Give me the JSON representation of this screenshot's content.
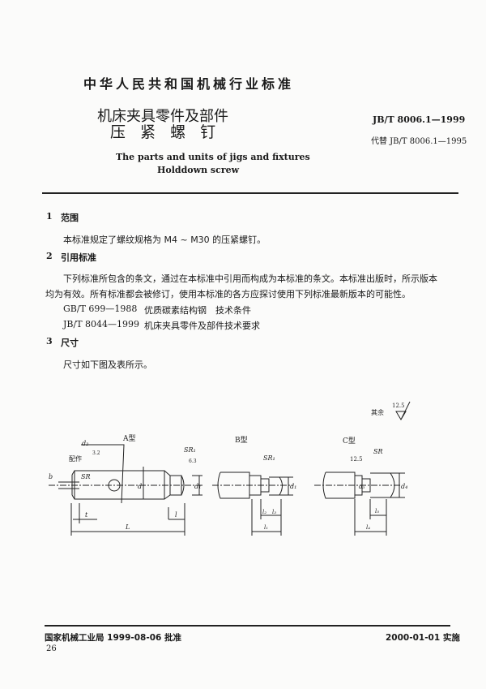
{
  "header": {
    "org": "中华人民共和国机械行业标准",
    "title_cn_1": "机床夹具零件及部件",
    "title_cn_2": "压 紧 螺 钉",
    "title_en_1": "The parts and units of jigs and fixtures",
    "title_en_2": "Holddown screw",
    "std_no": "JB/T 8006.1—1999",
    "replaces": "代替 JB/T 8006.1—1995"
  },
  "sections": [
    {
      "num": "1",
      "title": "范围",
      "paras": [
        "本标准规定了螺纹规格为 M4 ~ M30 的压紧螺钉。"
      ]
    },
    {
      "num": "2",
      "title": "引用标准",
      "paras": [
        "下列标准所包含的条文，通过在本标准中引用而构成为本标准的条文。本标准出版时，所示版本",
        "均为有效。所有标准都会被修订，使用本标准的各方应探讨使用下列标准最新版本的可能性。"
      ],
      "refs": [
        {
          "code": "GB/T 699—1988",
          "title": "优质碳素结构钢　技术条件"
        },
        {
          "code": "JB/T 8044—1999",
          "title": "机床夹具零件及部件技术要求"
        }
      ]
    },
    {
      "num": "3",
      "title": "尺寸",
      "paras": [
        "尺寸如下图及表所示。"
      ]
    }
  ],
  "figure": {
    "roughness_note": "其余",
    "roughness_value": "12.5",
    "type_a": {
      "label": "A型",
      "d2": "d₂",
      "fit": "配作",
      "rough": "3.2",
      "sr1": "SR₁",
      "sr": "SR",
      "b": "b",
      "d": "d",
      "d1": "d₁",
      "t": "t",
      "l": "l",
      "L": "L",
      "r1": "6.3"
    },
    "type_b": {
      "label": "B型",
      "sr1": "SR₁",
      "d1": "d₁",
      "l2": "l₂",
      "l3": "l₃",
      "l1": "l₁"
    },
    "type_c": {
      "label": "C型",
      "sr": "SR",
      "rough": "12.5",
      "d3": "d₃",
      "d4": "d₄",
      "l5": "l₅",
      "l4": "l₄"
    }
  },
  "footer": {
    "approval": "国家机械工业局 1999-08-06 批准",
    "effective": "2000-01-01 实施",
    "page_number": "26"
  }
}
